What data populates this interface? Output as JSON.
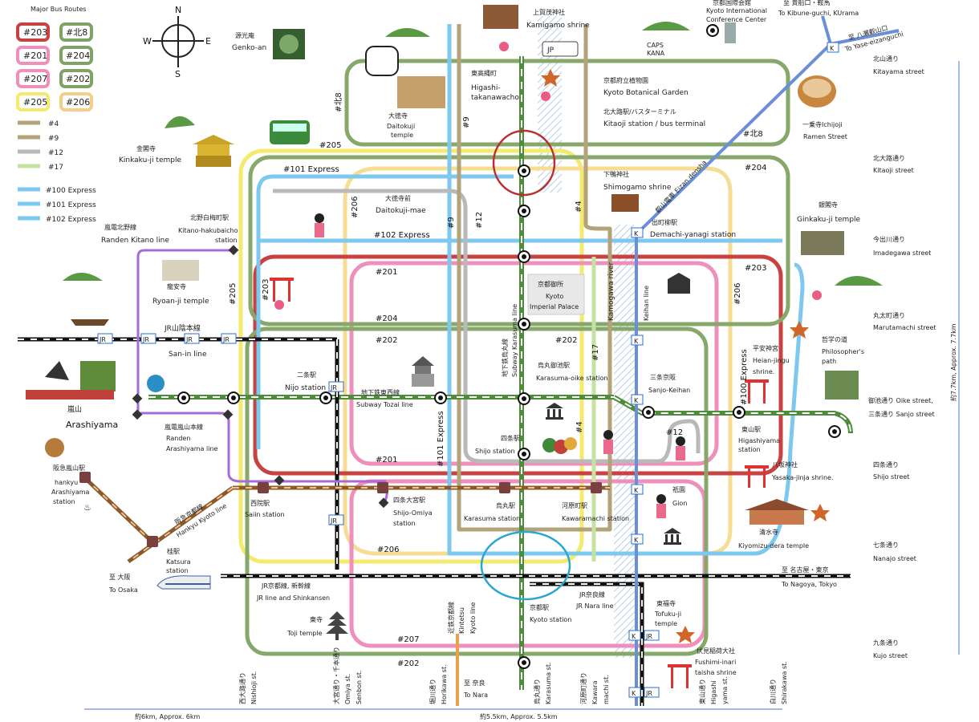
{
  "legend": {
    "title": "Major Bus Routes",
    "boxes": [
      {
        "label": "#203",
        "color": "#c94242"
      },
      {
        "label": "#北8",
        "color": "#7fa364"
      },
      {
        "label": "#201",
        "color": "#ee8fbc"
      },
      {
        "label": "#204",
        "color": "#7fa364"
      },
      {
        "label": "#207",
        "color": "#ee8fbc"
      },
      {
        "label": "#202",
        "color": "#7fa364"
      },
      {
        "label": "#205",
        "color": "#f4ea6e"
      },
      {
        "label": "#206",
        "color": "#f4cf8c"
      }
    ],
    "lines": [
      {
        "label": "#4",
        "color": "#b3a37a"
      },
      {
        "label": "#9",
        "color": "#b3a37a"
      },
      {
        "label": "#12",
        "color": "#b9b9b9"
      },
      {
        "label": "#17",
        "color": "#c4e3a1"
      }
    ],
    "express": [
      {
        "label": "#100 Express",
        "color": "#7cc8ee"
      },
      {
        "label": "#101 Express",
        "color": "#7cc8ee"
      },
      {
        "label": "#102 Express",
        "color": "#7cc8ee"
      }
    ]
  },
  "ui": {
    "lang": "JP",
    "caps": "CAPS",
    "kana": "KANA"
  },
  "routes": {
    "r205a": "#205",
    "r205b": "#205",
    "r101": "#101 Express",
    "r102": "#102 Express",
    "r206a": "#206",
    "r206b": "#206",
    "r206c": "#206",
    "r9": "#9",
    "r12": "#12",
    "r4a": "#4",
    "r4b": "#4",
    "r203a": "#203",
    "r203b": "#203",
    "r201a": "#201",
    "r201b": "#201",
    "r204a": "#204",
    "r204b": "#204",
    "r202a": "#202",
    "r202b": "#202",
    "r202c": "#202",
    "r17": "#17",
    "r12b": "#12",
    "r207": "#207",
    "rkita8a": "#北8",
    "rkita8b": "#北8",
    "r100": "#100 Express",
    "r101b": "#101 Express",
    "r9b": "#9"
  },
  "places": {
    "kamigamo_jp": "上賀茂神社",
    "kamigamo": "Kamigamo shrine",
    "genko_jp": "源光庵",
    "genko": "Genko-an",
    "kicc_jp": "京都国際会館",
    "kicc1": "Kyoto International",
    "kicc2": "Conference Center",
    "kibune_jp": "至 貴船口・鞍馬",
    "kibune": "To Kibune-guchi, KUrama",
    "yase_jp": "至 八瀬叡山口",
    "yase": "To Yase-eizanguchi",
    "daitokuji_jp": "大徳寺",
    "daitokuji1": "Daitokuji",
    "daitokuji2": "temple",
    "higashi_jp": "東高縄町",
    "higashi1": "Higashi-",
    "higashi2": "takanawacho",
    "botanical_jp": "京都府立植物園",
    "botanical": "Kyoto Botanical Garden",
    "kitaoji_jp": "北大路駅/バスターミナル",
    "kitaoji": "Kitaoji station / bus terminal",
    "ramen_jp": "一乗寺Ichijoji",
    "ramen": "Ramen Street",
    "kinkaku_jp": "金閣寺",
    "kinkaku": "Kinkaku-ji temple",
    "shimogamo_jp": "下鴨神社",
    "shimogamo": "Shimogamo shrine",
    "eizan": "叡山電車 Eizan densha",
    "daitokujimae_jp": "大徳寺前",
    "daitokujimae": "Daitokuji-mae",
    "demachi_jp": "出町柳駅",
    "demachi": "Demachi-yanagi station",
    "ginkaku_jp": "銀閣寺",
    "ginkaku": "Ginkaku-ji temple",
    "randenkitano_jp": "嵐電北野線",
    "randenkitano": "Randen Kitano line",
    "kitanohaku_jp": "北野白梅町駅",
    "kitanohaku1": "Kitano-hakubaicho",
    "kitanohaku2": "station",
    "ryoanji_jp": "龍安寺",
    "ryoanji": "Ryoan-ji temple",
    "palace_jp": "京都御所",
    "palace1": "Kyoto",
    "palace2": "Imperial Palace",
    "kamogawa": "Kamogawa river",
    "keihan": "Keihan line",
    "jrsanin_jp": "JR山陰本線",
    "jrsanin": "San-in line",
    "nijo_jp": "二条駅",
    "nijo": "Nijo station",
    "karasumaoike_jp": "烏丸御池駅",
    "karasumaoike": "Karasuma-oike station",
    "sanjokeihan_jp": "三条京阪",
    "sanjokeihan": "Sanjo-Keihan",
    "heian_jp": "平安神宮",
    "heian1": "Heian-jingu",
    "heian2": "shrine.",
    "philo_jp": "哲学の道",
    "philo1": "Philosopher's",
    "philo2": "path",
    "tozai_jp": "地下鉄東西線",
    "tozai": "Subway Tozai line",
    "karasumaline_jp": "地下鉄烏丸線",
    "karasumaline": "Subway Karasuma line",
    "arashiyama_jp": "嵐山",
    "arashiyama": "Arashiyama",
    "randenarashi_jp": "嵐電嵐山本線",
    "randenarashi1": "Randen",
    "randenarashi2": "Arashiyama line",
    "shijo_jp": "四条駅",
    "shijo": "Shijo station",
    "higashiyama_jp": "東山駅",
    "higashiyama1": "Higashiyama",
    "higashiyama2": "station",
    "yasaka_jp": "八坂神社",
    "yasaka": "Yasaka-jinja shrine.",
    "hankyuarashi_jp": "阪急嵐山駅",
    "hankyuarashi1": "hankyu",
    "hankyuarashi2": "Arashiyama",
    "hankyuarashi3": "station",
    "hankyukyoto_jp": "阪急京都線",
    "hankyukyoto": "Hankyu Kyoto line",
    "saiin_jp": "西院駅",
    "saiin": "Saiin station",
    "shijoomiya_jp": "四条大宮駅",
    "shijoomiya1": "Shijo-Omiya",
    "shijoomiya2": "station",
    "karasuma_jp": "烏丸駅",
    "karasuma": "Karasuma station",
    "kawaramachi_jp": "河原町駅",
    "kawaramachi": "Kawaramachi station",
    "gion_jp": "祇園",
    "gion": "Gion",
    "kiyomizu_jp": "清水寺",
    "kiyomizu": "Kiyomizu-dera temple",
    "katsura_jp": "桂駅",
    "katsura1": "Katsura",
    "katsura2": "station",
    "osaka_jp": "至 大阪",
    "osaka": "To Osaka",
    "nagoya_jp": "至 名古屋・東京",
    "nagoya": "To Nagoya, Tokyo",
    "jrshinkansen_jp": "JR京都線, 新幹線",
    "jrshinkansen": "JR line and Shinkansen",
    "kintetsu_jp": "近鉄京都線",
    "kintetsu1": "Kintetsu",
    "kintetsu2": "Kyoto line",
    "kyotostn_jp": "京都駅",
    "kyotostn": "Kyoto station",
    "jrnara_jp": "JR奈良線",
    "jrnara": "JR Nara line",
    "tofuku_jp": "東福寺",
    "tofuku1": "Tofuku-ji",
    "tofuku2": "temple",
    "toji_jp": "東寺",
    "toji": "Toji temple",
    "fushimi_jp": "伏見稲荷大社",
    "fushimi1": "Fushimi-inari",
    "fushimi2": "taisha shrine",
    "nara_jp": "至 奈良",
    "nara": "To Nara"
  },
  "streets": {
    "kitayama_jp": "北山通り",
    "kitayama": "Kitayama street",
    "kitaoji_jp": "北大路通り",
    "kitaoji": "Kitaoji street",
    "imadegawa_jp": "今出川通り",
    "imadegawa": "Imadegawa street",
    "marutamachi_jp": "丸太町通り",
    "marutamachi": "Marutamachi street",
    "oike": "御池通り Oike street,",
    "sanjo": "三条通り Sanjo street",
    "shijo_jp": "四条通り",
    "shijo": "Shijo street",
    "nanajo_jp": "七条通り",
    "nanajo": "Nanajo street",
    "kujo_jp": "九条通り",
    "kujo": "Kujo street",
    "nishioji_jp": "西大路通り",
    "nishioji": "Nishioji st.",
    "omiya_jp": "大宮通り・千本通り",
    "omiya1": "Omiya st.",
    "omiya2": "Senbon st.",
    "horikawa_jp": "堀川通り",
    "horikawa": "Horikawa st.",
    "karasuma_jp": "烏丸通り",
    "karasuma": "Karasuma st.",
    "kawara_jp": "河原町通り",
    "kawara1": "Kawara",
    "kawara2": "machi st.",
    "higashiyama_jp": "東山通り",
    "higashiyama1": "Higashi",
    "higashiyama2": "yama st.",
    "shirakawa_jp": "白川通り",
    "shirakawa": "Shirakawa st."
  },
  "distances": {
    "ew1": "約6km, Approx. 6km",
    "ew2": "約5.5km, Approx. 5.5km",
    "ns": "約7.7km, Approx. 7.7km"
  }
}
